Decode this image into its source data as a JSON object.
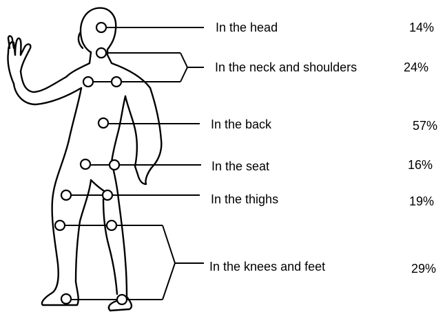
{
  "regions": [
    {
      "label": "In the head",
      "percent": "14%"
    },
    {
      "label": "In the neck and shoulders",
      "percent": "24%"
    },
    {
      "label": "In the back",
      "percent": "57%"
    },
    {
      "label": "In the seat",
      "percent": "16%"
    },
    {
      "label": "In the thighs",
      "percent": "19%"
    },
    {
      "label": "In the knees and feet",
      "percent": "29%"
    }
  ]
}
